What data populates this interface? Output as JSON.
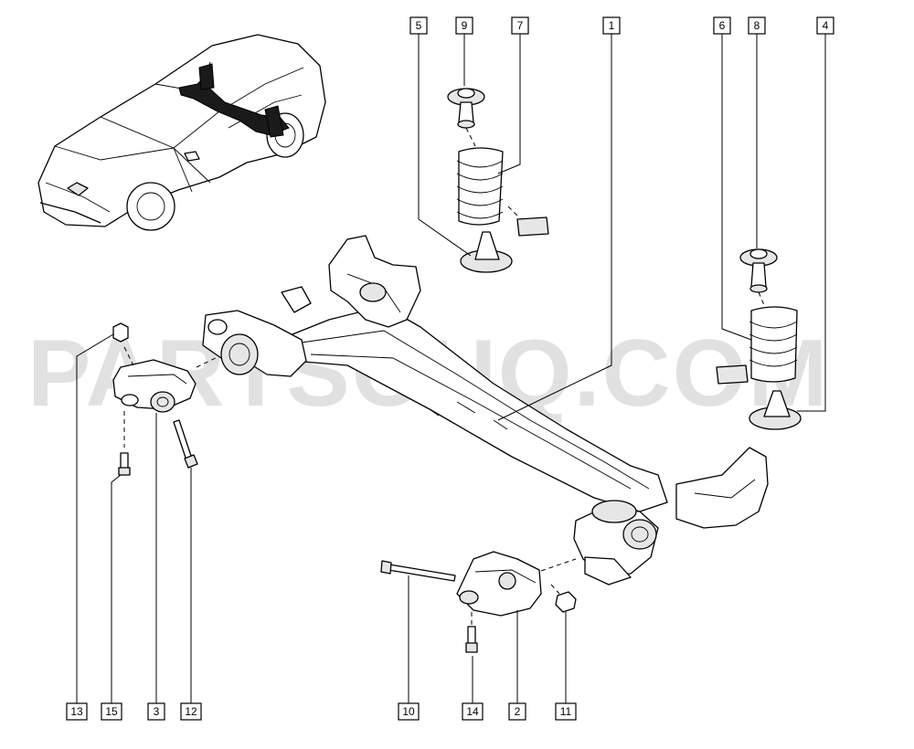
{
  "watermark": "PARTSOUQ.COM",
  "labels": {
    "l1": "1",
    "l2": "2",
    "l3": "3",
    "l4": "4",
    "l5": "5",
    "l6": "6",
    "l7": "7",
    "l8": "8",
    "l9": "9",
    "l10": "10",
    "l11": "11",
    "l12": "12",
    "l13": "13",
    "l14": "14",
    "l15": "15"
  }
}
